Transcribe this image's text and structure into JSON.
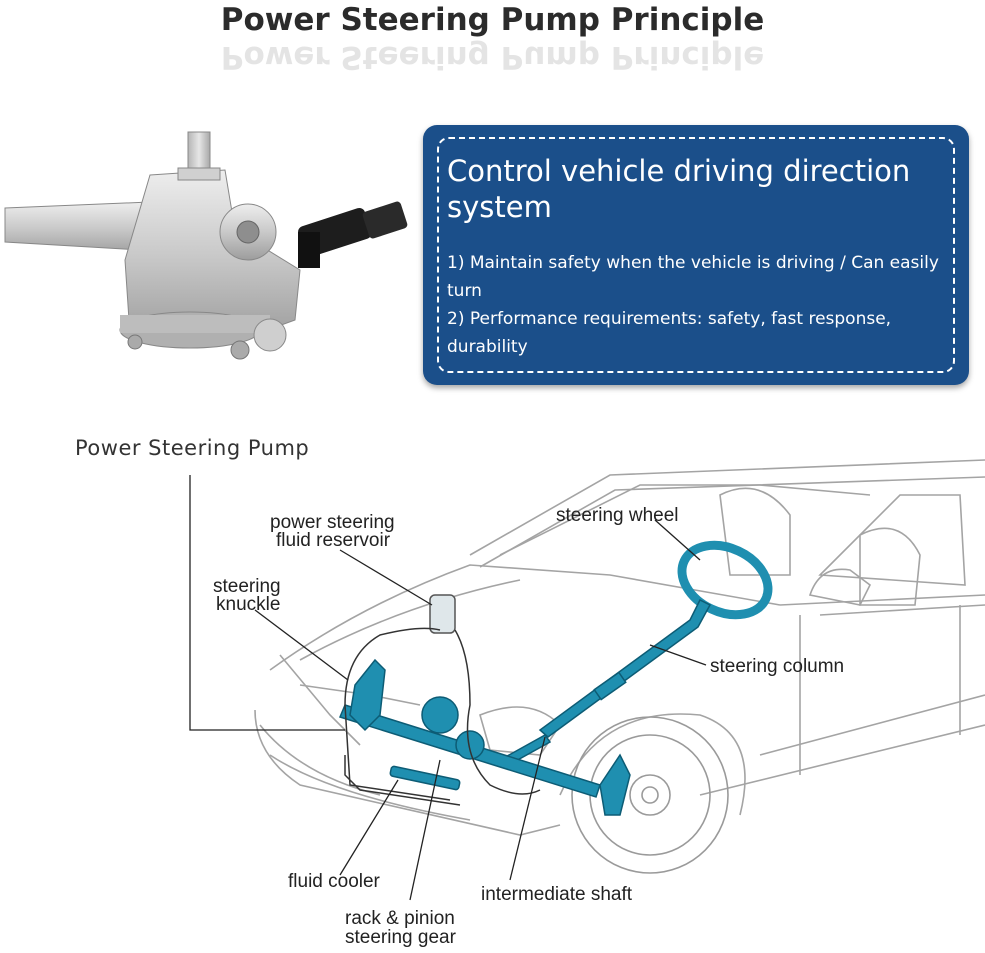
{
  "header": {
    "title": "Power Steering Pump Principle"
  },
  "info_box": {
    "heading": "Control vehicle driving direction system",
    "line1": "1) Maintain safety when the vehicle is driving / Can easily turn",
    "line2": "2) Performance requirements: safety, fast response, durability"
  },
  "diagram": {
    "pump_label": "Power Steering Pump",
    "labels": {
      "reservoir_l1": "power steering",
      "reservoir_l2": "fluid reservoir",
      "knuckle_l1": "steering",
      "knuckle_l2": "knuckle",
      "steering_wheel": "steering wheel",
      "steering_column": "steering column",
      "fluid_cooler": "fluid cooler",
      "intermediate_shaft": "intermediate shaft",
      "rack_l1": "rack & pinion",
      "rack_l2": "steering gear"
    }
  },
  "colors": {
    "box_blue": "#1b4f8a",
    "part_blue": "#1f8fb0",
    "outline_gray": "#9a9a9a"
  }
}
